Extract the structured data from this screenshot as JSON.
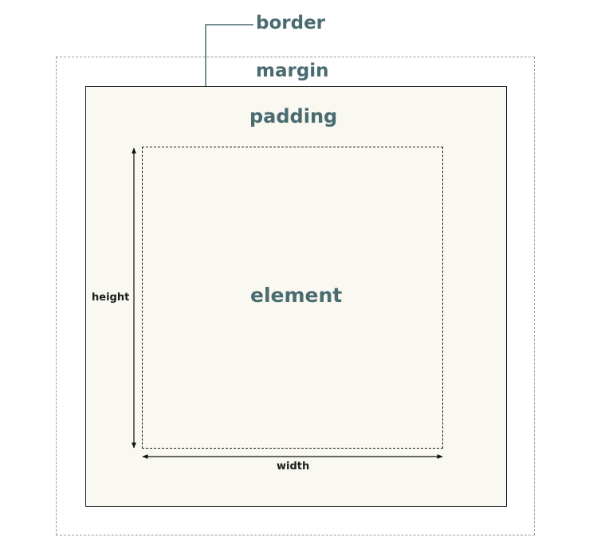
{
  "labels": {
    "border": "border",
    "margin": "margin",
    "padding": "padding",
    "element": "element",
    "height": "height",
    "width": "width"
  },
  "colors": {
    "label_text": "#4a6b70",
    "fill": "#f9f8f1",
    "outline": "#222222",
    "margin_dash": "#9a9a9a"
  }
}
